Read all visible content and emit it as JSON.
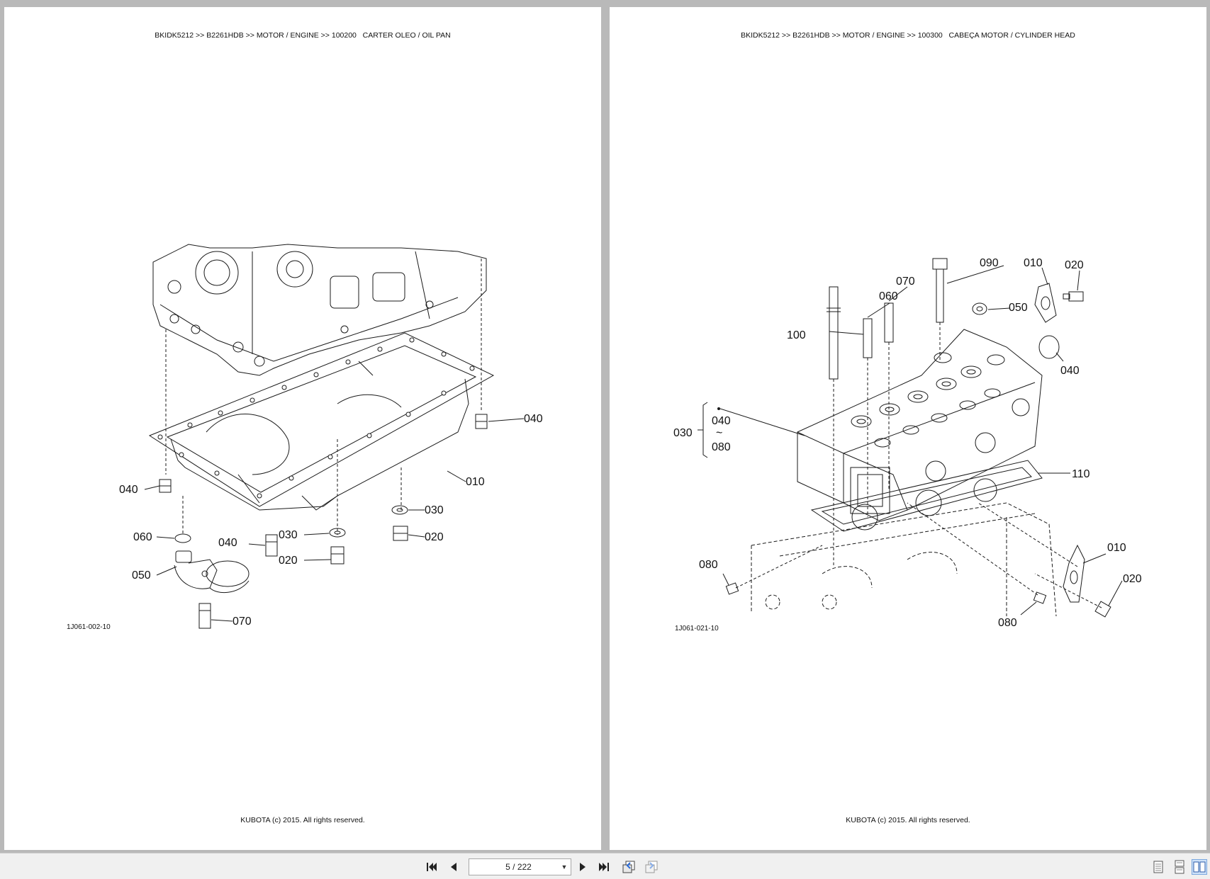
{
  "pages": {
    "left": {
      "header": "BKIDK5212 >> B2261HDB >> MOTOR / ENGINE >> 100200   CARTER OLEO / OIL PAN",
      "footer": "KUBOTA (c) 2015. All rights reserved.",
      "figure_code": "1J061-002-10",
      "callouts": {
        "c040a": "040",
        "c040b": "040",
        "c040c": "040",
        "c010": "010",
        "c030a": "030",
        "c030b": "030",
        "c020a": "020",
        "c020b": "020",
        "c060": "060",
        "c050": "050",
        "c070": "070"
      }
    },
    "right": {
      "header": "BKIDK5212 >> B2261HDB >> MOTOR / ENGINE >> 100300   CABEÇA MOTOR / CYLINDER HEAD",
      "footer": "KUBOTA (c) 2015. All rights reserved.",
      "figure_code": "1J061-021-10",
      "callouts": {
        "c090": "090",
        "c010a": "010",
        "c020a": "020",
        "c070": "070",
        "c060": "060",
        "c050": "050",
        "c100": "100",
        "c040": "040",
        "c030": "030",
        "c040r": "040",
        "ctilde": "~",
        "c080r": "080",
        "c110": "110",
        "c080a": "080",
        "c010b": "010",
        "c020b": "020",
        "c080b": "080"
      }
    }
  },
  "toolbar": {
    "page_indicator": "5 / 222",
    "icons": [
      "first-page-icon",
      "previous-page-icon",
      "next-page-icon",
      "last-page-icon",
      "go-back-icon",
      "go-forward-icon",
      "single-page-view-icon",
      "continuous-view-icon",
      "facing-pages-view-icon"
    ]
  }
}
